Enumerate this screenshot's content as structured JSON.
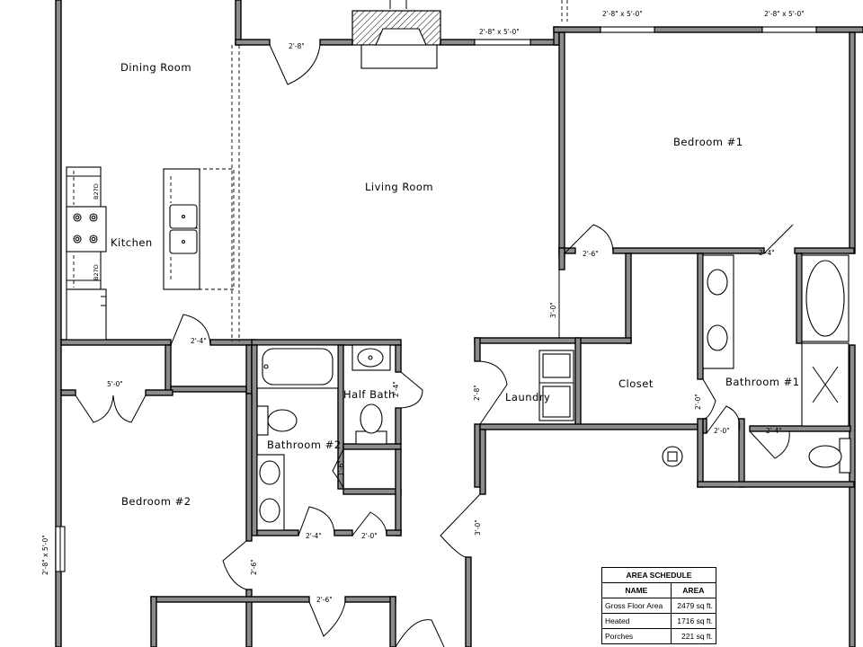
{
  "rooms": {
    "dining_room": "Dining Room",
    "living_room": "Living Room",
    "bedroom_1": "Bedroom #1",
    "kitchen": "Kitchen",
    "half_bath": "Half Bath",
    "laundry": "Laundry",
    "closet": "Closet",
    "bathroom_1": "Bathroom #1",
    "bathroom_2": "Bathroom #2",
    "bedroom_2": "Bedroom #2"
  },
  "appliance_labels": {
    "ref_top": "B27D",
    "ref_bottom": "B27D"
  },
  "dimensions": {
    "door_entry_top": "2'-8\"",
    "window_top_center": "2'-8\" x 5'-0\"",
    "window_top_right_1": "2'-8\" x 5'-0\"",
    "window_top_right_2": "2'-8\" x 5'-0\"",
    "window_left": "2'-8\" x 5'-0\"",
    "door_bedroom1": "2'-6\"",
    "door_bath1_top": "2'-4\"",
    "opening_living_laundry": "3'-0\"",
    "door_pantry": "2'-4\"",
    "closet_left": "5'-0\"",
    "door_half_bath": "2'-4\"",
    "door_laundry": "2'-8\"",
    "door_closet_bath1": "2'-0\"",
    "door_wc": "2'-0\"",
    "door_bath1_lower": "2'-4\"",
    "door_linen": "1'-6\"",
    "door_bath2": "2'-4\"",
    "door_linen2": "2'-0\"",
    "opening_hall": "3'-0\"",
    "door_bedroom2": "2'-6\"",
    "door_bottom": "2'-6\""
  },
  "area_schedule": {
    "title": "AREA SCHEDULE",
    "col_name": "NAME",
    "col_area": "AREA",
    "rows": [
      {
        "name": "Gross Floor Area",
        "area": "2479 sq ft."
      },
      {
        "name": "Heated",
        "area": "1716 sq ft."
      },
      {
        "name": "Porches",
        "area": "221 sq ft."
      }
    ]
  }
}
